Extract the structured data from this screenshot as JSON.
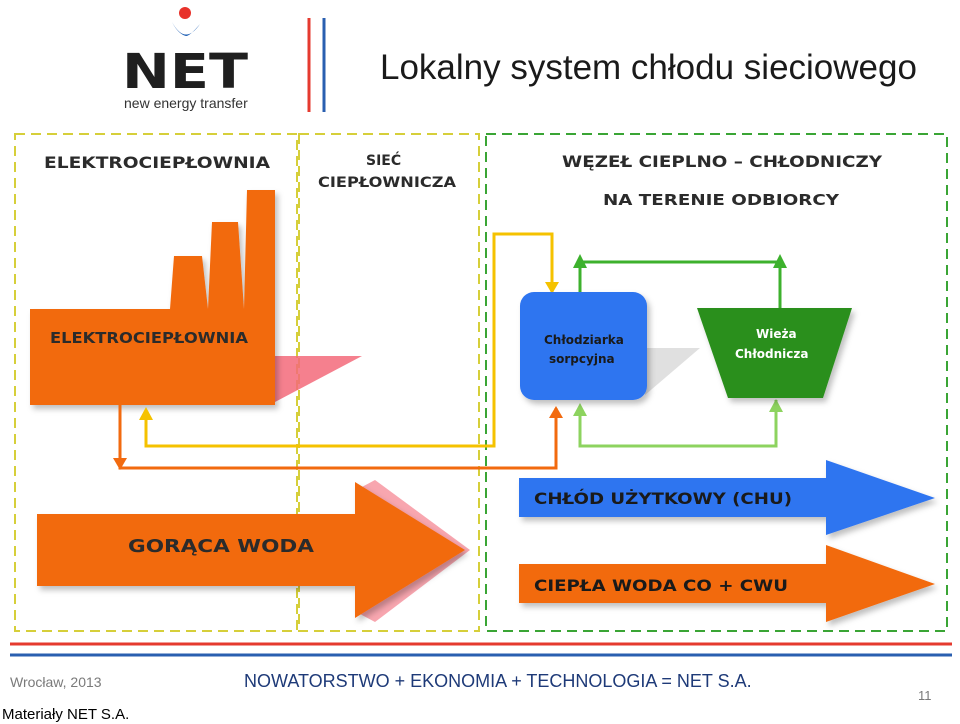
{
  "header": {
    "title": "Lokalny system chłodu sieciowego",
    "logo_word": "NET",
    "logo_tagline": "new energy transfer"
  },
  "zones": {
    "plant_title": "ELEKTROCIEPŁOWNIA",
    "network_title_line1": "SIEĆ",
    "network_title_line2": "CIEPŁOWNICZA",
    "node_title_line1": "WĘZEŁ CIEPLNO – CHŁODNICZY",
    "node_title_line2": "NA TERENIE ODBIORCY"
  },
  "elements": {
    "factory_label": "ELEKTROCIEPŁOWNIA",
    "chiller_line1": "Chłodziarka",
    "chiller_line2": "sorpcyjna",
    "tower_line1": "Wieża",
    "tower_line2": "Chłodnicza",
    "hot_water": "GORĄCA WODA",
    "cold_user": "CHŁÓD UŻYTKOWY (CHU)",
    "heat_water": "CIEPŁA WODA CO + CWU"
  },
  "footer": {
    "city_year": "Wrocław, 2013",
    "motto": "NOWATORSTWO + EKONOMIA + TECHNOLOGIA = NET S.A.",
    "page_number": "11",
    "copyright": "Materiały NET S.A."
  },
  "colors": {
    "orange": "#f26a0f",
    "yellow": "#f5c200",
    "blue": "#2f74f0",
    "green": "#2c8f1f",
    "light_green": "#8dd35f",
    "zone_border": "#3aa535",
    "accent_red": "#e53a2f",
    "accent_blue": "#2a5fb0"
  }
}
